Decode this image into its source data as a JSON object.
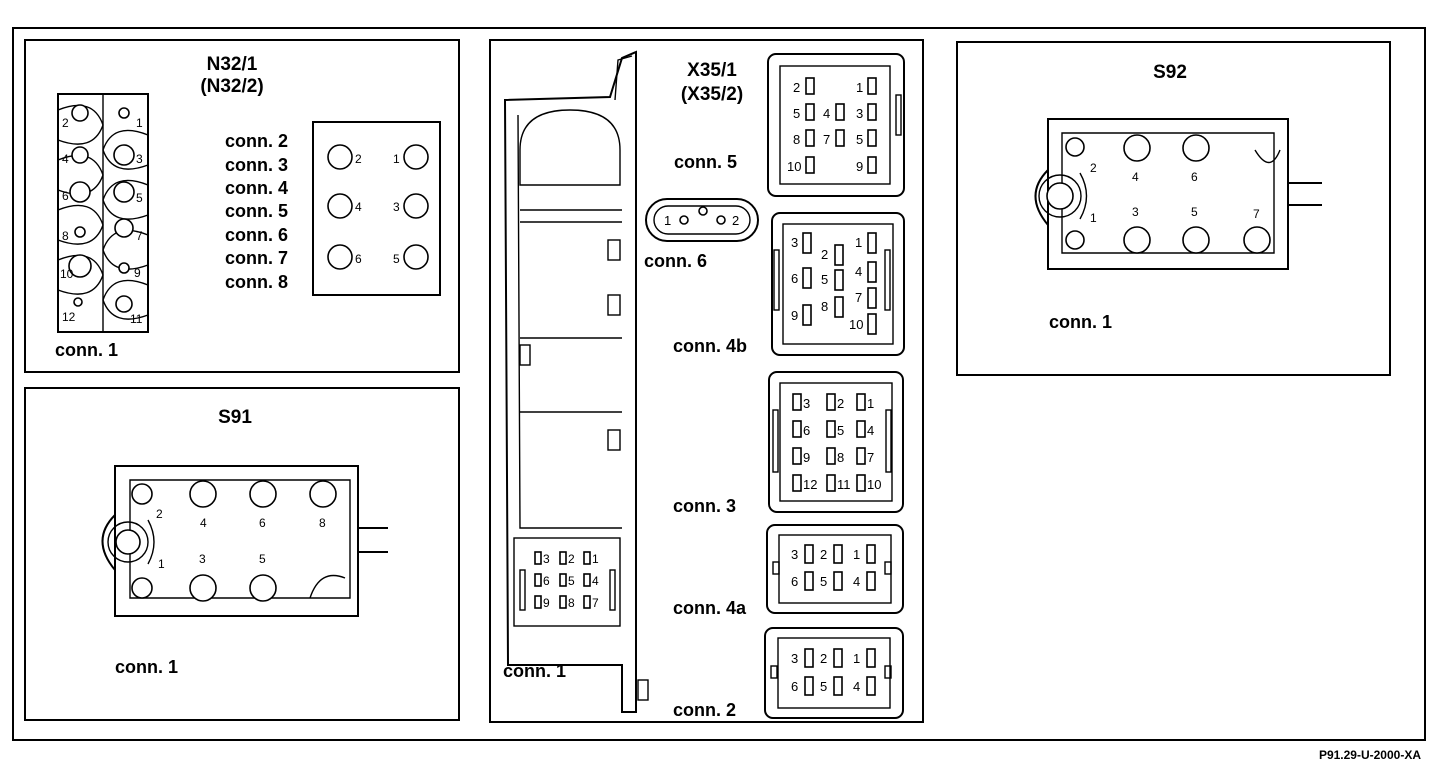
{
  "figure_ref": "P91.29-U-2000-XA",
  "panels": {
    "n32": {
      "title": "N32/1",
      "subtitle": "(N32/2)",
      "conn1_label": "conn. 1",
      "conn1_pins": [
        "1",
        "2",
        "3",
        "4",
        "5",
        "6",
        "7",
        "8",
        "9",
        "10",
        "11",
        "12"
      ],
      "conn_list": [
        "conn. 2",
        "conn. 3",
        "conn. 4",
        "conn. 5",
        "conn. 6",
        "conn. 7",
        "conn. 8"
      ],
      "small_pins": [
        "1",
        "2",
        "3",
        "4",
        "5",
        "6"
      ]
    },
    "s91": {
      "title": "S91",
      "conn_label": "conn. 1",
      "pins": [
        "1",
        "2",
        "3",
        "4",
        "5",
        "6",
        "8"
      ]
    },
    "x35": {
      "title": "X35/1",
      "subtitle": "(X35/2)",
      "conn1_label": "conn. 1",
      "conn1_pins": [
        "1",
        "2",
        "3",
        "4",
        "5",
        "6",
        "7",
        "8",
        "9"
      ],
      "conn5_label": "conn. 5",
      "conn5_pins": [
        "1",
        "2",
        "3",
        "4",
        "5",
        "7",
        "8",
        "9",
        "10"
      ],
      "conn6_label": "conn. 6",
      "conn6_pins": [
        "1",
        "2"
      ],
      "conn4b_label": "conn. 4b",
      "conn4b_pins": [
        "1",
        "2",
        "3",
        "4",
        "5",
        "6",
        "7",
        "8",
        "9",
        "10"
      ],
      "conn3_label": "conn. 3",
      "conn3_pins": [
        "1",
        "2",
        "3",
        "4",
        "5",
        "6",
        "7",
        "8",
        "9",
        "10",
        "11",
        "12"
      ],
      "conn4a_label": "conn. 4a",
      "conn4a_pins": [
        "1",
        "2",
        "3",
        "4",
        "5",
        "6"
      ],
      "conn2_label": "conn. 2",
      "conn2_pins": [
        "1",
        "2",
        "3",
        "4",
        "5",
        "6"
      ]
    },
    "s92": {
      "title": "S92",
      "conn_label": "conn. 1",
      "pins": [
        "1",
        "2",
        "3",
        "4",
        "5",
        "6",
        "7"
      ]
    }
  }
}
